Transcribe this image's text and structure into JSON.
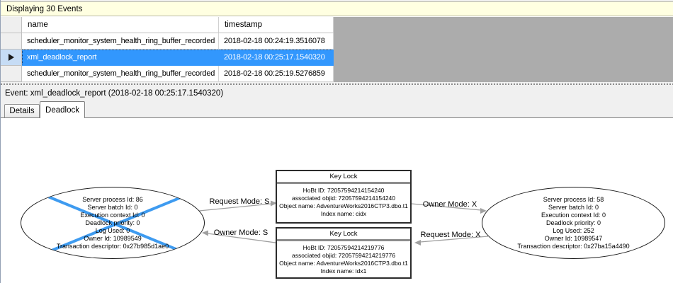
{
  "info_bar": {
    "title": "Displaying 30 Events"
  },
  "events_table": {
    "columns": {
      "name": "name",
      "timestamp": "timestamp"
    },
    "rows": [
      {
        "name": "scheduler_monitor_system_health_ring_buffer_recorded",
        "timestamp": "2018-02-18 00:24:19.3516078"
      },
      {
        "name": "xml_deadlock_report",
        "timestamp": "2018-02-18 00:25:17.1540320"
      },
      {
        "name": "scheduler_monitor_system_health_ring_buffer_recorded",
        "timestamp": "2018-02-18 00:25:19.5276859"
      }
    ],
    "selected_row_index": 1
  },
  "event_bar": {
    "label": "Event: xml_deadlock_report (2018-02-18 00:25:17.1540320)"
  },
  "tabs": {
    "details": "Details",
    "deadlock": "Deadlock",
    "active": "Deadlock"
  },
  "deadlock_graph": {
    "process_victim": {
      "is_victim": true,
      "lines": [
        "Server process Id: 86",
        "Server batch Id: 0",
        "Execution context Id: 0",
        "Deadlock priority: 0",
        "Log Used: 0",
        "Owner Id: 10989549",
        "Transaction descriptor: 0x27b985d1ae0"
      ]
    },
    "process_other": {
      "is_victim": false,
      "lines": [
        "Server process Id: 58",
        "Server batch Id: 0",
        "Execution context Id: 0",
        "Deadlock priority: 0",
        "Log Used: 252",
        "Owner Id: 10989547",
        "Transaction descriptor: 0x27ba15a4490"
      ]
    },
    "lock_top": {
      "title": "Key Lock",
      "lines": [
        "HoBt ID: 72057594214154240",
        "associated objid: 72057594214154240",
        "Object name: AdventureWorks2016CTP3.dbo.t1",
        "Index name: cidx"
      ]
    },
    "lock_bottom": {
      "title": "Key Lock",
      "lines": [
        "HoBt ID: 72057594214219776",
        "associated objid: 72057594214219776",
        "Object name: AdventureWorks2016CTP3.dbo.t1",
        "Index name: idx1"
      ]
    },
    "edge_labels": {
      "request_s": "Request Mode: S",
      "owner_s": "Owner Mode: S",
      "owner_x": "Owner Mode: X",
      "request_x": "Request Mode: X"
    }
  },
  "icons": {
    "current_row_marker": "right-triangle-icon",
    "victim_marker": "blue-cross-icon"
  },
  "colors": {
    "selection_blue": "#3297fd",
    "selected_row_header_blue": "#c6dcf5",
    "victim_cross_blue": "#3e9bf0",
    "info_bar_yellow": "#ffffe1",
    "table_empty_gray": "#acacac",
    "panel_gray": "#f0f0f0",
    "edge_gray": "#a0a0a0"
  }
}
